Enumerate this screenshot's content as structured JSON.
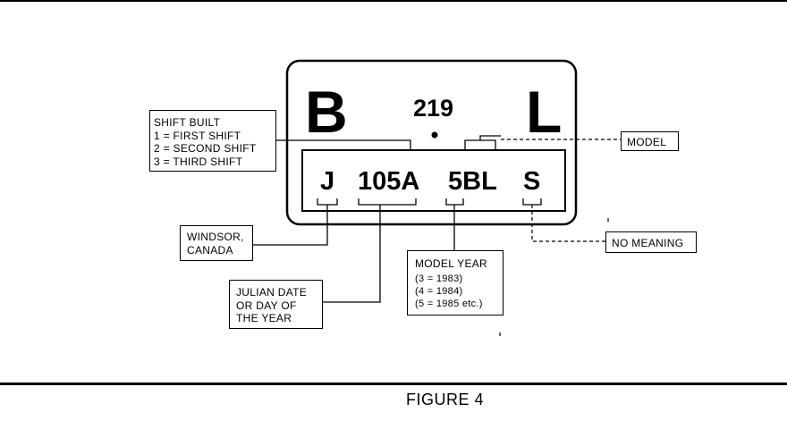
{
  "plate": {
    "left_letter": "B",
    "number": "219",
    "right_letter": "L",
    "codes": [
      "J",
      "105A",
      "5BL",
      "S"
    ]
  },
  "callouts": {
    "shift_built": {
      "title": "SHIFT BUILT",
      "lines": [
        "1 = FIRST SHIFT",
        "2 = SECOND SHIFT",
        "3 = THIRD SHIFT"
      ]
    },
    "model": "MODEL",
    "windsor": [
      "WINDSOR,",
      "CANADA"
    ],
    "no_meaning": "NO MEANING",
    "model_year": {
      "title": "MODEL YEAR",
      "lines": [
        "(3 = 1983)",
        "(4 = 1984)",
        "(5 = 1985 etc.)"
      ]
    },
    "julian_date": [
      "JULIAN DATE",
      "OR DAY OF",
      "THE YEAR"
    ]
  },
  "figure_label": "FIGURE 4"
}
